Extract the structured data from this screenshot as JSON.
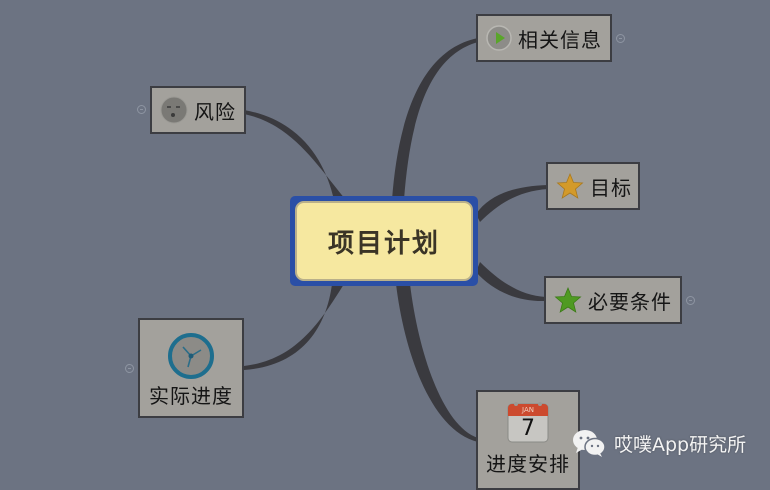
{
  "mindmap": {
    "central_topic": "项目计划",
    "nodes": [
      {
        "id": "info",
        "label": "相关信息",
        "icon": "play-icon",
        "side": "right"
      },
      {
        "id": "risk",
        "label": "风险",
        "icon": "smiley-neutral-icon",
        "side": "left"
      },
      {
        "id": "goal",
        "label": "目标",
        "icon": "star-gold-icon",
        "side": "right"
      },
      {
        "id": "req",
        "label": "必要条件",
        "icon": "star-green-icon",
        "side": "right"
      },
      {
        "id": "progress",
        "label": "实际进度",
        "icon": "clock-icon",
        "side": "left"
      },
      {
        "id": "schedule",
        "label": "进度安排",
        "icon": "calendar-icon",
        "side": "right"
      }
    ],
    "calendar": {
      "month": "JAN",
      "day": "7"
    }
  },
  "colors": {
    "background": "#6c7382",
    "central_border": "#2a4fa6",
    "central_fill": "#f6e8a0",
    "node_fill": "#a3a19c",
    "branch": "#3a3a3f"
  },
  "watermark": {
    "text": "哎噗App研究所",
    "icon": "wechat-icon"
  }
}
